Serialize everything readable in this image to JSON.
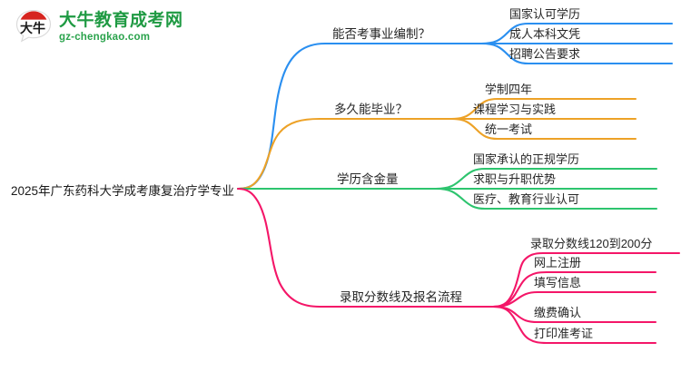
{
  "logo": {
    "mark_name": "dniu-speech-bubble-logo",
    "title": "大牛教育成考网",
    "subtitle": "gz-chengkao.com",
    "title_color": "#1f9a43",
    "subtitle_color": "#2aa34c",
    "mark_color": "#d6241f"
  },
  "mindmap": {
    "root": {
      "label": "2025年广东药科大学成考康复治疗学专业"
    },
    "branches": [
      {
        "label": "能否考事业编制？",
        "color": "#2a8ff0",
        "children": [
          {
            "label": "国家认可学历"
          },
          {
            "label": "成人本科文凭"
          },
          {
            "label": "招聘公告要求"
          }
        ]
      },
      {
        "label": "多久能毕业？",
        "color": "#eda227",
        "children": [
          {
            "label": "学制四年"
          },
          {
            "label": "课程学习与实践"
          },
          {
            "label": "统一考试"
          }
        ]
      },
      {
        "label": "学历含金量",
        "color": "#2dc46e",
        "children": [
          {
            "label": "国家承认的正规学历"
          },
          {
            "label": "求职与升职优势"
          },
          {
            "label": "医疗、教育行业认可"
          }
        ]
      },
      {
        "label": "录取分数线及报名流程",
        "color": "#f41668",
        "children": [
          {
            "label": "录取分数线120到200分"
          },
          {
            "label": "网上注册"
          },
          {
            "label": "填写信息"
          },
          {
            "label": "缴费确认"
          },
          {
            "label": "打印准考证"
          }
        ]
      }
    ]
  }
}
